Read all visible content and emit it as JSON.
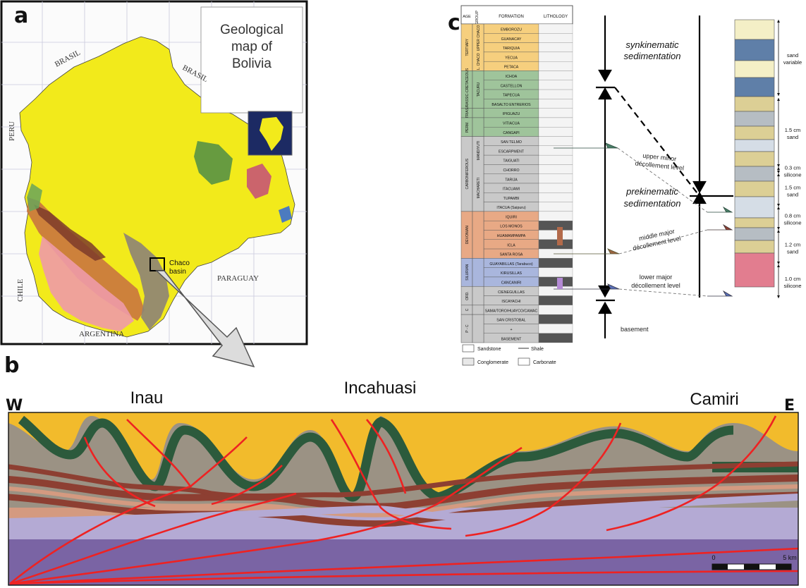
{
  "panel_a": {
    "letter": "a",
    "map_title_line1": "Geological",
    "map_title_line2": "map of",
    "map_title_line3": "Bolivia",
    "country_labels": {
      "brasil_nw": "BRASIL",
      "brasil_ne": "BRASIL",
      "peru": "PERU",
      "chile": "CHILE",
      "paraguay": "PARAGUAY",
      "argentina": "ARGENTINA"
    },
    "inset_label_line1": "Chaco",
    "inset_label_line2": "basin"
  },
  "panel_b": {
    "letter": "b",
    "west": "W",
    "east": "E",
    "structures": [
      "Inau",
      "Incahuasi",
      "Camiri"
    ],
    "scale_start": "0",
    "scale_end": "5 km"
  },
  "panel_c": {
    "letter": "c",
    "headers": {
      "age": "AGE",
      "group": "GROUP",
      "formation": "FORMATION",
      "lithology": "LITHOLOGY"
    },
    "ages": [
      {
        "label": "TERTIARY",
        "color": "#f6cf7e"
      },
      {
        "label": "JURASSIC-CRETACEOUS",
        "color": "#9fc49b"
      },
      {
        "label": "TRIAS",
        "color": "#9fc49b"
      },
      {
        "label": "PERM.",
        "color": "#9fc49b"
      },
      {
        "label": "CARBONIFEROUS",
        "color": "#c9c9c9"
      },
      {
        "label": "DEVONIAN",
        "color": "#e8a985"
      },
      {
        "label": "SILURIAN",
        "color": "#a9b6dd"
      },
      {
        "label": "ORD.",
        "color": "#c9c9c9"
      },
      {
        "label": "C",
        "color": "#c9c9c9"
      },
      {
        "label": "P - C",
        "color": "#c9c9c9"
      }
    ],
    "groups": [
      "UPPER CHACO",
      "L. CHACO",
      "TACURU",
      "MANDIYUTI",
      "MACHARETI"
    ],
    "formations": [
      "EMBOROZU",
      "GUANACAY",
      "TARIQUIA",
      "YECUA",
      "PETACA",
      "ICHOA",
      "CASTELLON",
      "TAPECUA",
      "BASALTO ENTRERIOS",
      "IPIGUAZU",
      "VITIACUA",
      "CANGAPI",
      "SAN TELMO",
      "ESCARPMENT",
      "TAIGUATI",
      "CHORRO",
      "TARIJA",
      "ITACUAMI",
      "TUPAMBI",
      "ITACUA (Saipuru)",
      "IQUIRI",
      "LOS MONOS",
      "HUAMAMPAMPA",
      "ICLA",
      "SANTA ROSA",
      "GUAYABILLAS (Tarabuco)",
      "KIRUSILLAS",
      "CANCANIRI",
      "CIENEGUILLAS",
      "ISCAYACHI",
      "SAMA/TORO/HUAYCO/CAMAC",
      "SAN CRISTOBAL",
      "+",
      "BASEMENT"
    ],
    "legend": {
      "sandstone": "Sandstone",
      "shale": "Shale",
      "conglomerate": "Conglomerate",
      "carbonate": "Carbonate"
    },
    "annotations": {
      "syn_line1": "synkinematic",
      "syn_line2": "sedimentation",
      "pre_line1": "prekinematic",
      "pre_line2": "sedimentation",
      "upper_line1": "upper minor",
      "upper_line2": "décollement level",
      "middle_line1": "middle major",
      "middle_line2": "décollement level",
      "lower_line1": "lower major",
      "lower_line2": "décollement level",
      "basement": "basement"
    },
    "model_labels": [
      {
        "l1": "sand",
        "l2": "variable"
      },
      {
        "l1": "1.5 cm",
        "l2": "sand"
      },
      {
        "l1": "0.3 cm",
        "l2": "silicone"
      },
      {
        "l1": "1.5 cm",
        "l2": "sand"
      },
      {
        "l1": "0.8 cm",
        "l2": "silicone"
      },
      {
        "l1": "1.2 cm",
        "l2": "sand"
      },
      {
        "l1": "1.0 cm",
        "l2": "silicone"
      }
    ],
    "model_colors": {
      "sand_light": "#f4efc6",
      "sand_blue": "#5f7fa8",
      "sand_khaki": "#dccf95",
      "sand_gray": "#b6bdc3",
      "silicone_light": "#d5dde6",
      "silicone_pink": "#e27d8f"
    }
  },
  "colors": {
    "yellow": "#f2bb2c",
    "green": "#2c5a3c",
    "gray": "#9b9284",
    "pink": "#d49a80",
    "brown": "#8d3f32",
    "lilac": "#b4aad4",
    "purple": "#7a64a4",
    "fault": "#ee2222"
  }
}
